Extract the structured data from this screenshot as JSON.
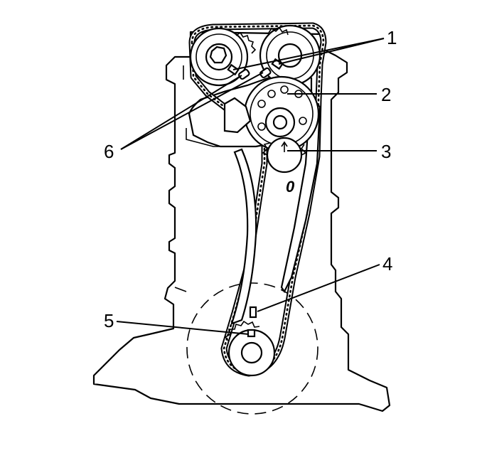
{
  "diagram": {
    "callouts": [
      {
        "id": "1",
        "label": "1"
      },
      {
        "id": "2",
        "label": "2"
      },
      {
        "id": "3",
        "label": "3"
      },
      {
        "id": "4",
        "label": "4"
      },
      {
        "id": "5",
        "label": "5"
      },
      {
        "id": "6",
        "label": "6"
      }
    ],
    "timing_mark": "0"
  }
}
